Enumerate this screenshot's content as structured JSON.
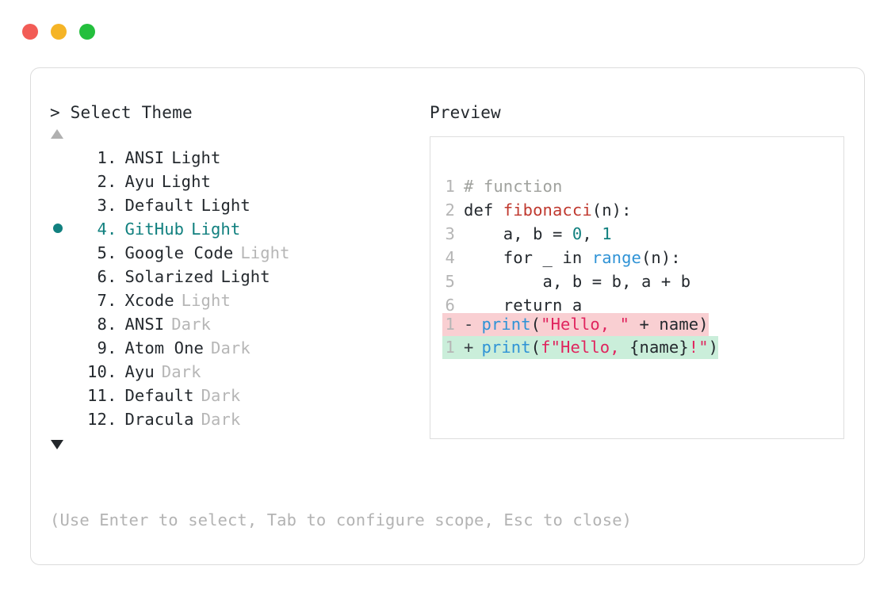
{
  "window": {
    "dots": [
      {
        "name": "close-dot",
        "color": "#f25c56"
      },
      {
        "name": "minimize-dot",
        "color": "#f5b426"
      },
      {
        "name": "maximize-dot",
        "color": "#23bf3d"
      }
    ]
  },
  "picker": {
    "prompt_symbol": ">",
    "heading": "> Select Theme",
    "scroll_up_icon": "triangle-up",
    "scroll_down_icon": "triangle-down",
    "hint": "(Use Enter to select, Tab to configure scope, Esc to close)",
    "accent_color": "#11807f",
    "selected_index": 4,
    "items": [
      {
        "index": "1",
        "dot": ".",
        "name": "ANSI",
        "variant": "Light",
        "variant_dim": false,
        "selected": false
      },
      {
        "index": "2",
        "dot": ".",
        "name": "Ayu",
        "variant": "Light",
        "variant_dim": false,
        "selected": false
      },
      {
        "index": "3",
        "dot": ".",
        "name": "Default",
        "variant": "Light",
        "variant_dim": false,
        "selected": false
      },
      {
        "index": "4",
        "dot": ".",
        "name": "GitHub",
        "variant": "Light",
        "variant_dim": false,
        "selected": true
      },
      {
        "index": "5",
        "dot": ".",
        "name": "Google Code",
        "variant": "Light",
        "variant_dim": true,
        "selected": false
      },
      {
        "index": "6",
        "dot": ".",
        "name": "Solarized",
        "variant": "Light",
        "variant_dim": false,
        "selected": false
      },
      {
        "index": "7",
        "dot": ".",
        "name": "Xcode",
        "variant": "Light",
        "variant_dim": true,
        "selected": false
      },
      {
        "index": "8",
        "dot": ".",
        "name": "ANSI",
        "variant": "Dark",
        "variant_dim": true,
        "selected": false
      },
      {
        "index": "9",
        "dot": ".",
        "name": "Atom One",
        "variant": "Dark",
        "variant_dim": true,
        "selected": false
      },
      {
        "index": "10",
        "dot": ".",
        "name": "Ayu",
        "variant": "Dark",
        "variant_dim": true,
        "selected": false
      },
      {
        "index": "11",
        "dot": ".",
        "name": "Default",
        "variant": "Dark",
        "variant_dim": true,
        "selected": false
      },
      {
        "index": "12",
        "dot": ".",
        "name": "Dracula",
        "variant": "Dark",
        "variant_dim": true,
        "selected": false
      }
    ]
  },
  "preview": {
    "heading": "Preview",
    "code_lines": [
      {
        "ln": "1",
        "tokens": [
          {
            "t": "# function",
            "c": "tok-comment"
          }
        ]
      },
      {
        "ln": "2",
        "tokens": [
          {
            "t": "def ",
            "c": "tok-keyword"
          },
          {
            "t": "fibonacci",
            "c": "tok-func"
          },
          {
            "t": "(n):",
            "c": "tok-punct"
          }
        ]
      },
      {
        "ln": "3",
        "tokens": [
          {
            "t": "    a, b = ",
            "c": "code-text"
          },
          {
            "t": "0",
            "c": "tok-number"
          },
          {
            "t": ", ",
            "c": "code-text"
          },
          {
            "t": "1",
            "c": "tok-number"
          }
        ]
      },
      {
        "ln": "4",
        "tokens": [
          {
            "t": "    for _ in ",
            "c": "code-text"
          },
          {
            "t": "range",
            "c": "tok-builtin"
          },
          {
            "t": "(n):",
            "c": "tok-punct"
          }
        ]
      },
      {
        "ln": "5",
        "tokens": [
          {
            "t": "        a, b = b, a + b",
            "c": "code-text"
          }
        ]
      },
      {
        "ln": "6",
        "tokens": [
          {
            "t": "    return a",
            "c": "code-text"
          }
        ]
      }
    ],
    "diff_lines": [
      {
        "ln": "1",
        "sign": "-",
        "kind": "removed",
        "tokens": [
          {
            "t": "print",
            "c": "tok-builtin"
          },
          {
            "t": "(",
            "c": "tok-punct"
          },
          {
            "t": "\"Hello, \"",
            "c": "tok-string"
          },
          {
            "t": " + name)",
            "c": "code-text"
          }
        ]
      },
      {
        "ln": "1",
        "sign": "+",
        "kind": "added",
        "tokens": [
          {
            "t": "print",
            "c": "tok-builtin"
          },
          {
            "t": "(",
            "c": "tok-punct"
          },
          {
            "t": "f\"Hello, ",
            "c": "tok-string"
          },
          {
            "t": "{name}",
            "c": "code-text"
          },
          {
            "t": "!\"",
            "c": "tok-string"
          },
          {
            "t": ")",
            "c": "tok-punct"
          }
        ]
      }
    ]
  }
}
